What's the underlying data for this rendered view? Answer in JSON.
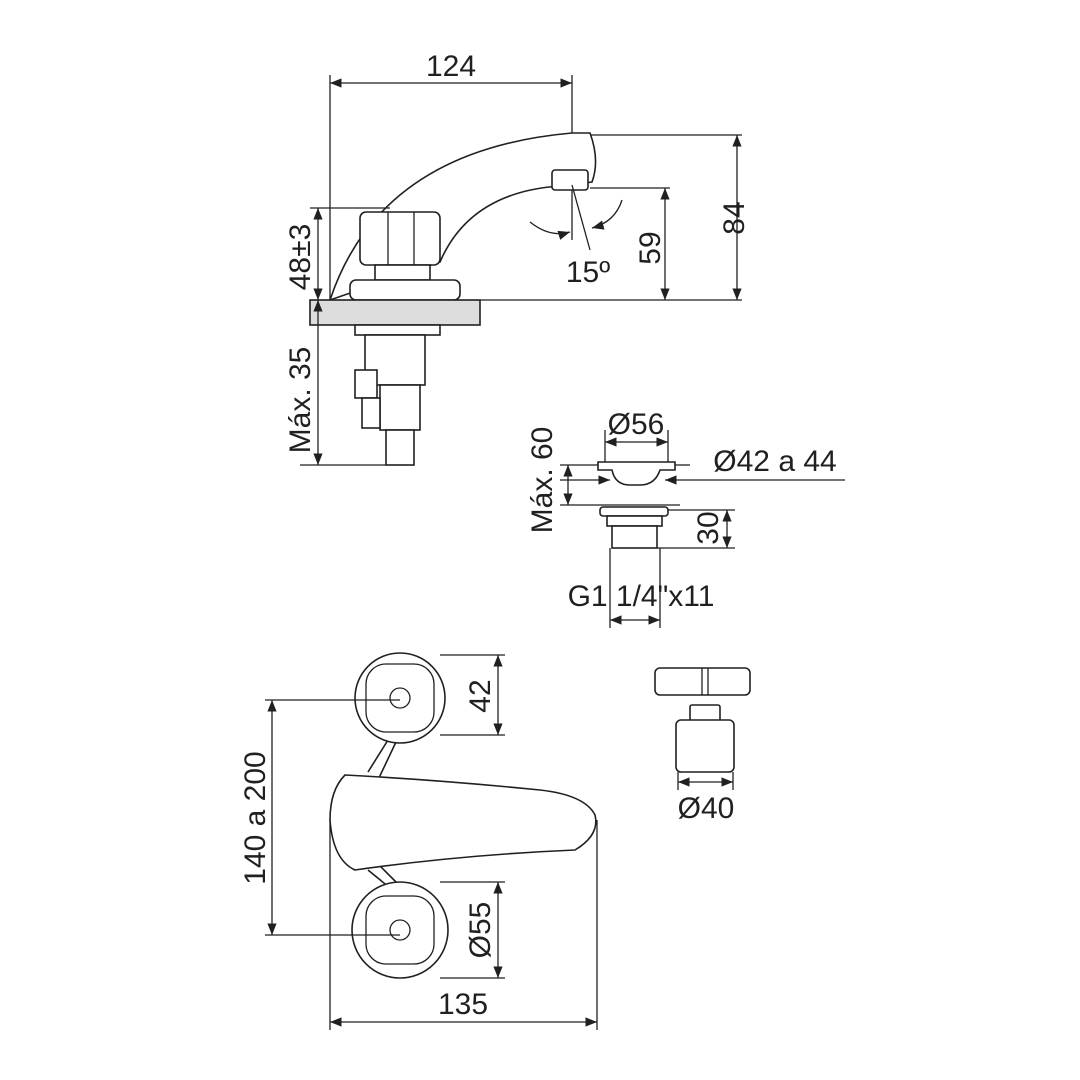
{
  "colors": {
    "ink": "#231f20",
    "background": "#ffffff"
  },
  "dimensions": {
    "spout_reach": "124",
    "total_height": "84",
    "handle_height": "48±3",
    "outlet_height": "59",
    "spout_angle": "15º",
    "max_counter_thickness": "Máx. 35",
    "flange_diameter": "Ø56",
    "max_drain_depth": "Máx. 60",
    "drain_hole_diameter": "Ø42 a 44",
    "drain_height": "30",
    "drain_thread": "G1 1/4\"x11",
    "handle_width": "42",
    "center_distance": "140 a 200",
    "rosette_diameter": "Ø55",
    "spout_length": "135",
    "handle_diameter": "Ø40"
  }
}
